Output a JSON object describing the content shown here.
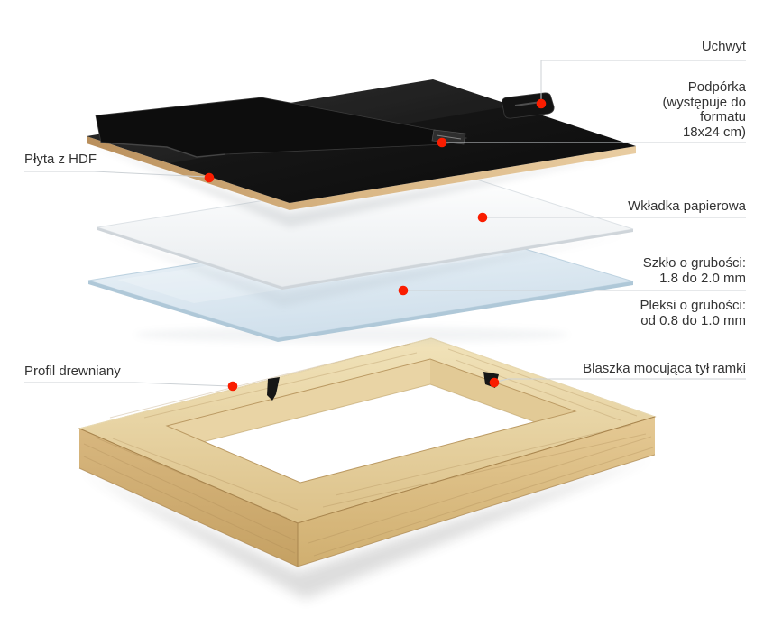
{
  "callouts": {
    "uchwyt": {
      "label": "Uchwyt"
    },
    "podporka": {
      "label": "Podpórka\n(występuje do\nformatu\n18x24 cm)"
    },
    "plyta": {
      "label": "Płyta z HDF"
    },
    "wkladka": {
      "label": "Wkładka papierowa"
    },
    "szklo": {
      "label": "Szkło o grubości:\n1.8 do 2.0 mm"
    },
    "pleksi": {
      "label": "Pleksi o grubości:\nod 0.8 do 1.0 mm"
    },
    "profil": {
      "label": "Profil drewniany"
    },
    "blaszka": {
      "label": "Blaszka mocująca tył ramki"
    }
  },
  "colors": {
    "dot": "#fa1d00",
    "line": "#cdd2d6",
    "text": "#333333",
    "wood": "#e3c891",
    "board": "#141414",
    "glass": "#d9e7f1"
  }
}
